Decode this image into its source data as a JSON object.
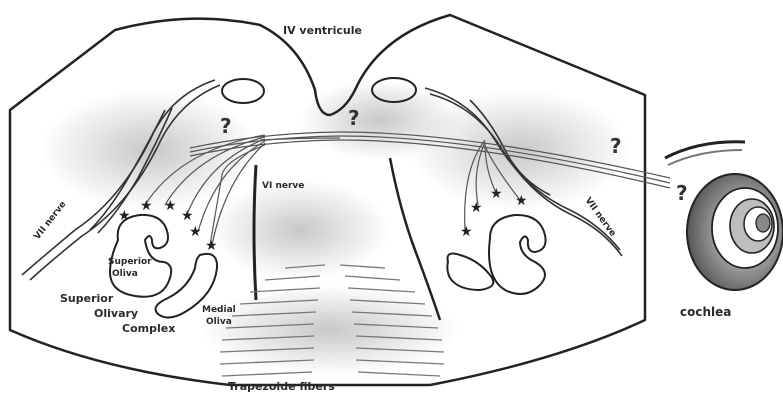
{
  "labels": {
    "ventricle": "IV ventricule",
    "vii_nerve_left": "VII nerve",
    "vii_nerve_right": "VII nerve",
    "vi_nerve": "VI nerve",
    "superior_oliva_line1": "Superior",
    "superior_oliva_line2": "Oliva",
    "soc_line1": "Superior",
    "soc_line2": "Olivary",
    "soc_line3": "Complex",
    "medial_oliva_line1": "Medial",
    "medial_oliva_line2": "Oliva",
    "trapezoid": "Trapezoide fibers",
    "cochlea": "cochlea"
  },
  "markers": {
    "question": "?",
    "star": "★"
  },
  "colors": {
    "outline": "#222222",
    "shading": "#9a9a9a",
    "paper": "#ffffff"
  }
}
